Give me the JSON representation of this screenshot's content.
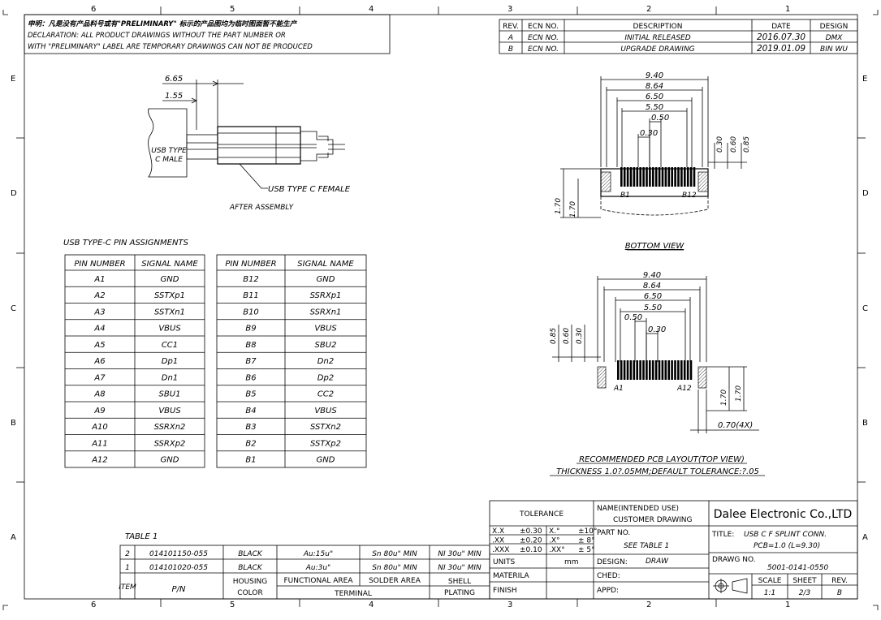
{
  "border": {
    "zones_top": [
      "6",
      "5",
      "4",
      "3",
      "2",
      "1"
    ],
    "zones_bottom": [
      "6",
      "5",
      "4",
      "3",
      "2",
      "1"
    ],
    "zones_left": [
      "E",
      "D",
      "C",
      "B",
      "A"
    ],
    "zones_right": [
      "E",
      "D",
      "C",
      "B",
      "A"
    ]
  },
  "declaration": {
    "line1": "申明：凡是没有产品料号或有\"PRELIMINARY\" 标示的产品图均为临时图面暂不能生产",
    "line2": "DECLARATION: ALL PRODUCT DRAWINGS WITHOUT THE PART NUMBER OR",
    "line3": "WITH \"PRELIMINARY\" LABEL ARE TEMPORARY DRAWINGS CAN NOT BE PRODUCED"
  },
  "revisions": {
    "headers": [
      "REV.",
      "ECN NO.",
      "DESCRIPTION",
      "DATE",
      "DESIGN"
    ],
    "rows": [
      [
        "A",
        "ECN NO.",
        "INITIAL RELEASED",
        "2016.07.30",
        "DMX"
      ],
      [
        "B",
        "ECN NO.",
        "UPGRADE DRAWING",
        "2019.01.09",
        "BIN WU"
      ]
    ]
  },
  "assembly": {
    "dim1": "6.65",
    "dim2": "1.55",
    "male_label_1": "USB TYPE",
    "male_label_2": "C MALE",
    "female_label": "USB TYPE C FEMALE",
    "caption": "AFTER ASSEMBLY"
  },
  "pin_table": {
    "title": "USB TYPE-C PIN ASSIGNMENTS",
    "left_headers": [
      "PIN NUMBER",
      "SIGNAL NAME"
    ],
    "right_headers": [
      "PIN NUMBER",
      "SIGNAL NAME"
    ],
    "left_rows": [
      [
        "A1",
        "GND"
      ],
      [
        "A2",
        "SSTXp1"
      ],
      [
        "A3",
        "SSTXn1"
      ],
      [
        "A4",
        "VBUS"
      ],
      [
        "A5",
        "CC1"
      ],
      [
        "A6",
        "Dp1"
      ],
      [
        "A7",
        "Dn1"
      ],
      [
        "A8",
        "SBU1"
      ],
      [
        "A9",
        "VBUS"
      ],
      [
        "A10",
        "SSRXn2"
      ],
      [
        "A11",
        "SSRXp2"
      ],
      [
        "A12",
        "GND"
      ]
    ],
    "right_rows": [
      [
        "B12",
        "GND"
      ],
      [
        "B11",
        "SSRXp1"
      ],
      [
        "B10",
        "SSRXn1"
      ],
      [
        "B9",
        "VBUS"
      ],
      [
        "B8",
        "SBU2"
      ],
      [
        "B7",
        "Dn2"
      ],
      [
        "B6",
        "Dp2"
      ],
      [
        "B5",
        "CC2"
      ],
      [
        "B4",
        "VBUS"
      ],
      [
        "B3",
        "SSTXn2"
      ],
      [
        "B2",
        "SSTXp2"
      ],
      [
        "B1",
        "GND"
      ]
    ]
  },
  "bottom_view": {
    "dims": [
      "9.40",
      "8.64",
      "6.50",
      "5.50",
      "0.50",
      "0.30"
    ],
    "vdims": [
      "0.30",
      "0.60",
      "0.85"
    ],
    "hdims": [
      "1.70",
      "1.70"
    ],
    "pin_start": "B1",
    "pin_end": "B12",
    "caption": "BOTTOM VIEW"
  },
  "pcb_layout": {
    "dims": [
      "9.40",
      "8.64",
      "6.50",
      "5.50",
      "0.50",
      "0.30"
    ],
    "vdims": [
      "0.85",
      "0.60",
      "0.30"
    ],
    "hdims": [
      "1.70",
      "1.70"
    ],
    "pad_dim": "0.70(4X)",
    "pin_start": "A1",
    "pin_end": "A12",
    "caption1": "RECOMMENDED PCB LAYOUT(TOP VIEW)",
    "caption2": "THICKNESS 1.0?.05MM;DEFAULT TOLERANCE:?.05"
  },
  "bom": {
    "title": "TABLE 1",
    "rows": [
      [
        "2",
        "014101150-055",
        "BLACK",
        "Au:15u\"",
        "Sn 80u\" MIN",
        "NI 30u\" MIN"
      ],
      [
        "1",
        "014101020-055",
        "BLACK",
        "Au:3u\"",
        "Sn 80u\" MIN",
        "NI 30u\" MIN"
      ]
    ],
    "h_item": "ITEM",
    "h_pn": "P/N",
    "h_housing1": "HOUSING",
    "h_housing2": "COLOR",
    "h_func": "FUNCTIONAL AREA",
    "h_solder": "SOLDER AREA",
    "h_terminal": "TERMINAL",
    "h_shell1": "SHELL",
    "h_shell2": "PLATING"
  },
  "tolerance": {
    "title": "TOLERANCE",
    "rows": [
      [
        "X.X",
        "±0.30",
        "X.°",
        "±10°"
      ],
      [
        ".XX",
        "±0.20",
        ".X°",
        "±  8°"
      ],
      [
        ".XXX",
        "±0.10",
        ".XX°",
        "±  5°"
      ]
    ],
    "units_label": "UNITS",
    "units_value": "mm",
    "material_label": "MATERILA",
    "finish_label": "FINISH"
  },
  "title_block": {
    "name_label": "NAME(INTENDED USE)",
    "name_value": "CUSTOMER DRAWING",
    "part_label": "PART NO.",
    "part_value": "SEE TABLE 1",
    "design_label": "DESIGN:",
    "design_value": "DRAW",
    "ched_label": "CHED:",
    "appd_label": "APPD:",
    "company": "Dalee Electronic Co.,LTD",
    "title_label": "TITLE:",
    "title_value1": "USB C F SPLINT CONN.",
    "title_value2": "PCB=1.0 (L=9.30)",
    "drawg_label": "DRAWG NO.",
    "drawg_value": "5001-0141-0550",
    "scale_label": "SCALE",
    "scale_value": "1:1",
    "sheet_label": "SHEET",
    "sheet_value": "2/3",
    "rev_label": "REV.",
    "rev_value": "B"
  }
}
